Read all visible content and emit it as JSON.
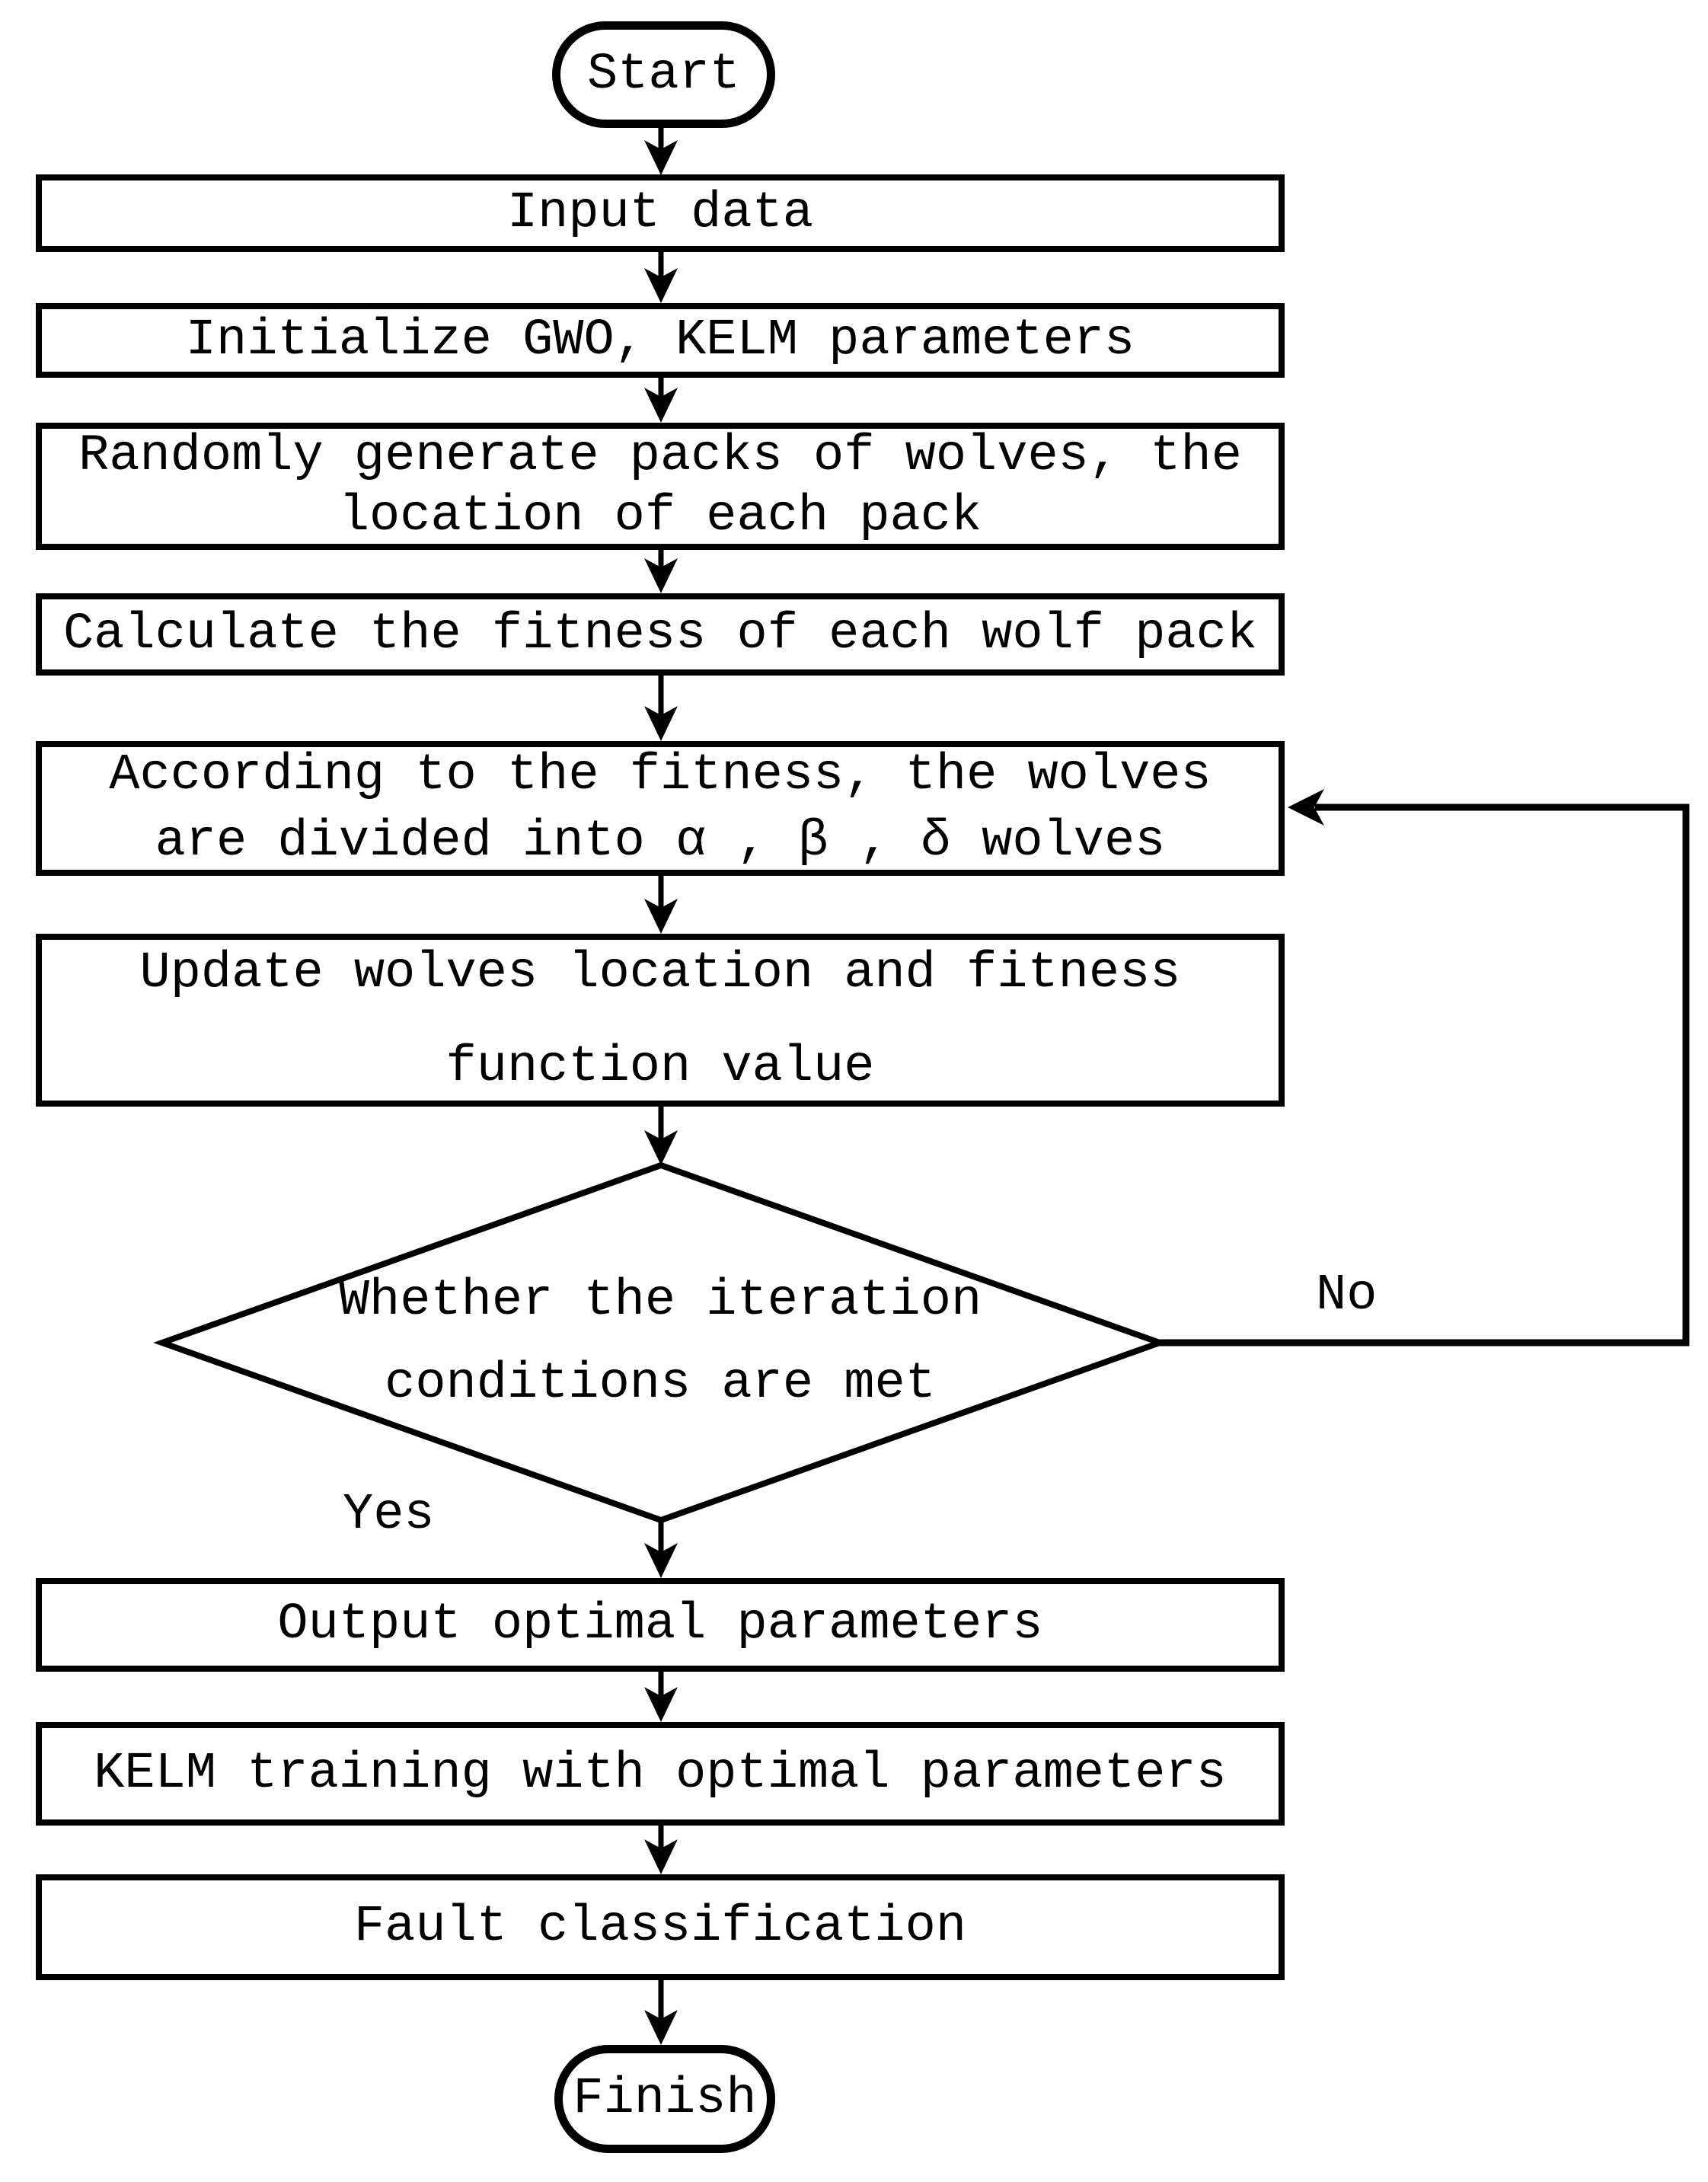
{
  "flowchart": {
    "colors": {
      "line": "#000000",
      "background": "#ffffff"
    },
    "nodes": {
      "start": {
        "label": "Start"
      },
      "input_data": {
        "line1": "Input data"
      },
      "initialize": {
        "line1": "Initialize GWO, KELM parameters"
      },
      "generate_packs": {
        "line1": "Randomly generate packs of wolves, the",
        "line2": "location of each pack"
      },
      "calculate_fitness": {
        "line1": "Calculate the fitness of each wolf pack"
      },
      "divide_wolves": {
        "line1": "According to the fitness, the wolves",
        "line2": "are divided into α , β , δ wolves"
      },
      "update_wolves": {
        "line1": "Update wolves location and fitness",
        "line2": "function value"
      },
      "decision": {
        "line1": "Whether the iteration",
        "line2": "conditions are met"
      },
      "output_parameters": {
        "line1": "Output optimal parameters"
      },
      "kelm_training": {
        "line1": "KELM training with optimal parameters"
      },
      "fault_classification": {
        "line1": "Fault classification"
      },
      "finish": {
        "label": "Finish"
      }
    },
    "edge_labels": {
      "yes": "Yes",
      "no": "No"
    }
  }
}
